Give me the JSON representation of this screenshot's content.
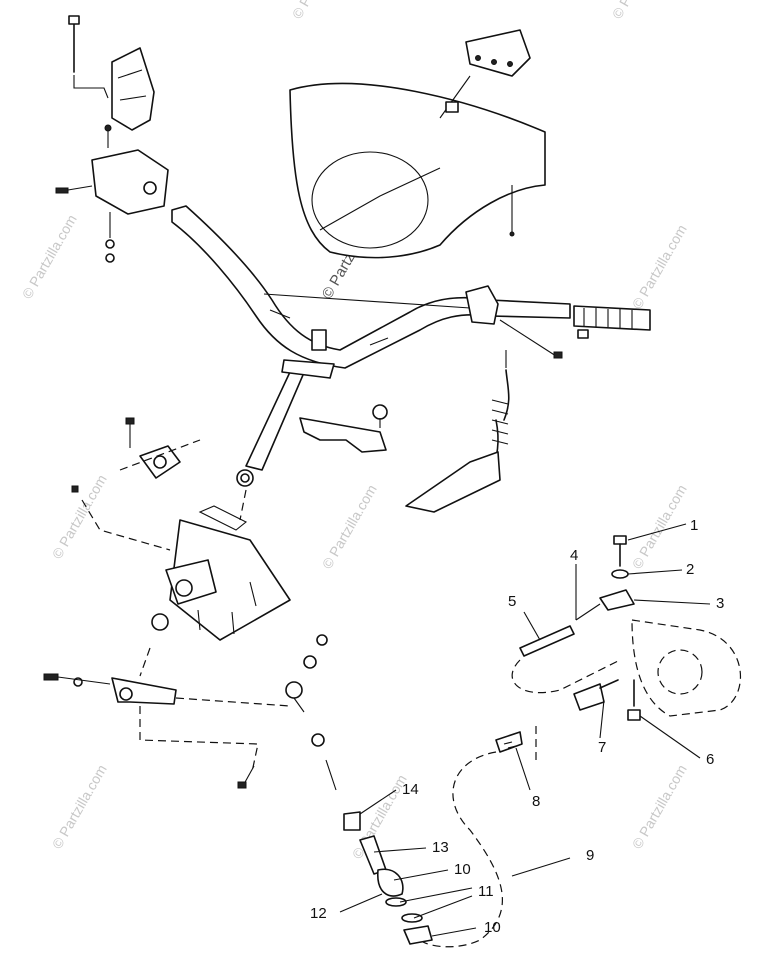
{
  "watermark": "© Partzilla.com",
  "callouts": [
    {
      "id": "1",
      "label": "1"
    },
    {
      "id": "2",
      "label": "2"
    },
    {
      "id": "3",
      "label": "3"
    },
    {
      "id": "4",
      "label": "4"
    },
    {
      "id": "5",
      "label": "5"
    },
    {
      "id": "6",
      "label": "6"
    },
    {
      "id": "7",
      "label": "7"
    },
    {
      "id": "8",
      "label": "8"
    },
    {
      "id": "9",
      "label": "9"
    },
    {
      "id": "10a",
      "label": "10"
    },
    {
      "id": "10b",
      "label": "10"
    },
    {
      "id": "11",
      "label": "11"
    },
    {
      "id": "12",
      "label": "12"
    },
    {
      "id": "13",
      "label": "13"
    },
    {
      "id": "14",
      "label": "14"
    }
  ]
}
